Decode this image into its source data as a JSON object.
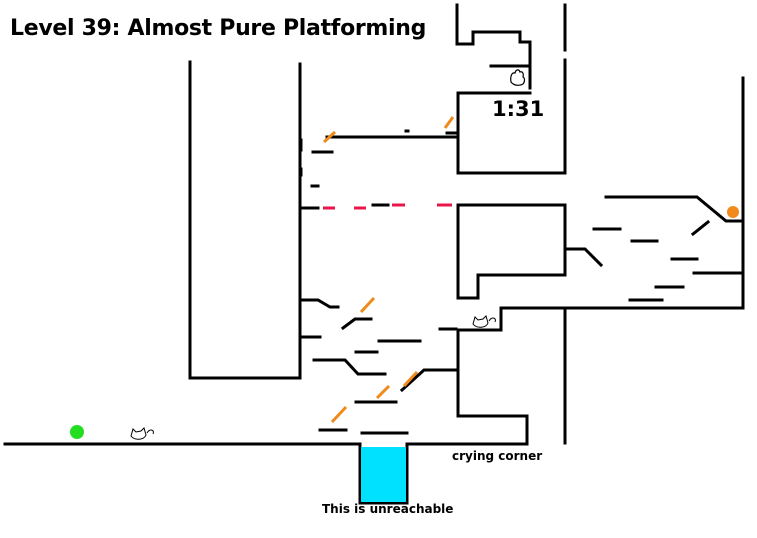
{
  "level": {
    "title": "Level 39: Almost Pure Platforming",
    "timer": "1:31",
    "labels": {
      "crying_corner": "crying corner",
      "unreachable": "This is unreachable"
    }
  },
  "colors": {
    "wall": "#000000",
    "spring": "#f08a1c",
    "laser": "#e8164a",
    "start_goal": "#22dd22",
    "orb": "#f08a1c",
    "water": "#00e0ff"
  },
  "icons": [
    "hand-icon",
    "cat-icon",
    "cat-icon",
    "start-dot",
    "orange-orb"
  ]
}
